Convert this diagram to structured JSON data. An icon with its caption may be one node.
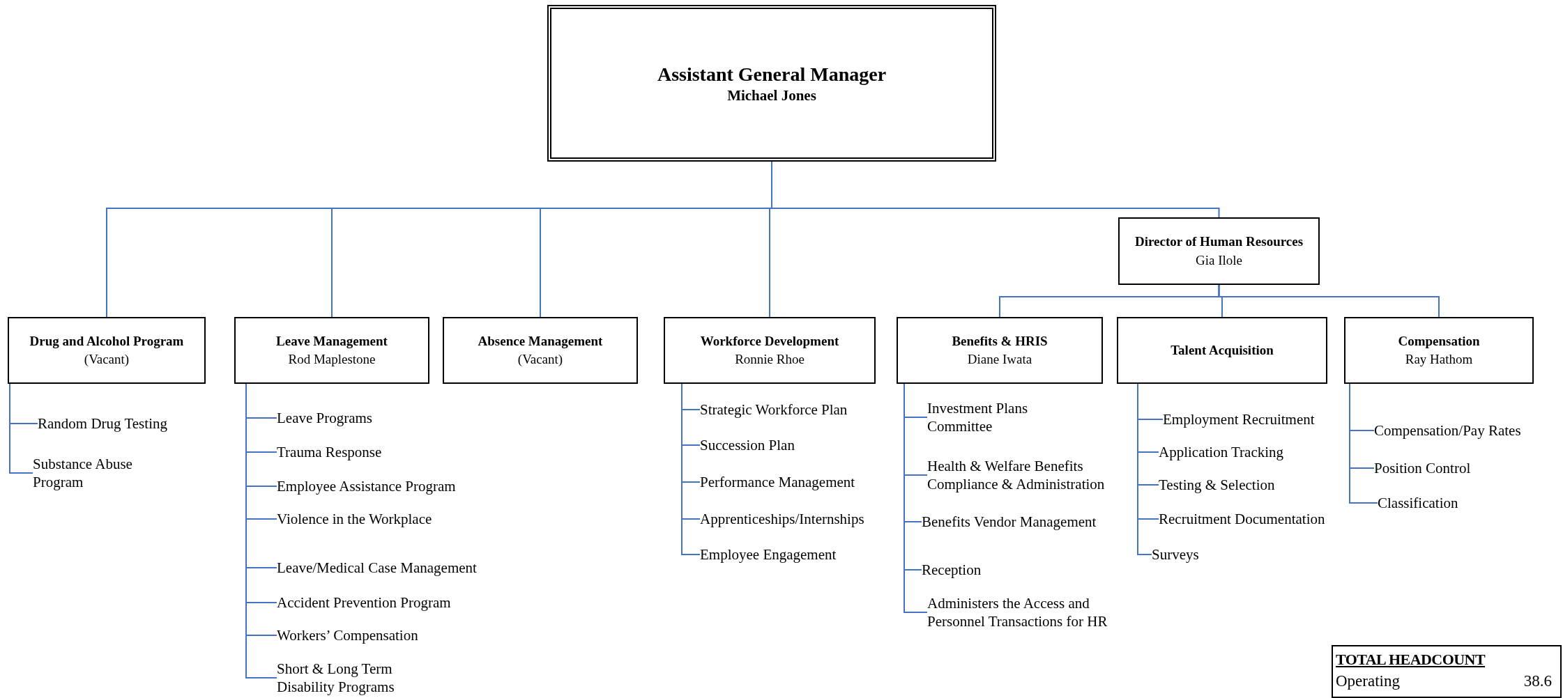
{
  "diagram": {
    "nodes": [
      {
        "text": [
          "Assistant General Manager",
          "Michael Jones"
        ]
      },
      {
        "text": [
          "Director of Human Resources",
          "Gia Ilole"
        ]
      },
      {
        "text": [
          "Drug and Alcohol Program",
          "(Vacant)"
        ]
      },
      {
        "text": [
          "Leave Management",
          "Rod Maplestone"
        ]
      },
      {
        "text": [
          "Absence Management",
          "(Vacant)"
        ]
      },
      {
        "text": [
          "Workforce Development",
          "Ronnie Rhoe"
        ]
      },
      {
        "text": [
          "Benefits & HRIS",
          "Diane Iwata"
        ]
      },
      {
        "text": [
          "Talent Acquisition"
        ]
      },
      {
        "text": [
          "Compensation",
          "Ray Hathom"
        ]
      },
      {
        "text": [
          "Random Drug Testing"
        ]
      },
      {
        "text": [
          "Substance Abuse Program"
        ]
      },
      {
        "text": [
          "Leave Programs"
        ]
      },
      {
        "text": [
          "Trauma Response"
        ]
      },
      {
        "text": [
          "Employee Assistance Program"
        ]
      },
      {
        "text": [
          "Violence in the Workplace"
        ]
      },
      {
        "text": [
          "Leave/Medical Case Management"
        ]
      },
      {
        "text": [
          "Accident Prevention Program"
        ]
      },
      {
        "text": [
          "Workers’ Compensation"
        ]
      },
      {
        "text": [
          "Short & Long Term Disability Programs"
        ]
      },
      {
        "text": [
          "Strategic Workforce Plan"
        ]
      },
      {
        "text": [
          "Succession Plan"
        ]
      },
      {
        "text": [
          "Performance Management"
        ]
      },
      {
        "text": [
          "Apprenticeships/Internships"
        ]
      },
      {
        "text": [
          "Employee Engagement"
        ]
      },
      {
        "text": [
          "Investment Plans Committee"
        ]
      },
      {
        "text": [
          "Health & Welfare Benefits Compliance & Administration"
        ]
      },
      {
        "text": [
          "Benefits Vendor Management"
        ]
      },
      {
        "text": [
          "Reception"
        ]
      },
      {
        "text": [
          "Administers the Access and Personnel Transactions for HR"
        ]
      },
      {
        "text": [
          "Employment Recruitment"
        ]
      },
      {
        "text": [
          "Application Tracking"
        ]
      },
      {
        "text": [
          "Testing & Selection"
        ]
      },
      {
        "text": [
          "Recruitment Documentation"
        ]
      },
      {
        "text": [
          "Surveys"
        ]
      },
      {
        "text": [
          "Compensation/Pay Rates"
        ]
      },
      {
        "text": [
          "Position Control"
        ]
      },
      {
        "text": [
          "Classification"
        ]
      },
      {
        "text": [
          "TOTAL HEADCOUNT",
          "Operating",
          "38.6"
        ]
      }
    ],
    "edges": [
      {
        "from": 0,
        "to": 2,
        "arrow": "none"
      },
      {
        "from": 0,
        "to": 3,
        "arrow": "none"
      },
      {
        "from": 0,
        "to": 4,
        "arrow": "none"
      },
      {
        "from": 0,
        "to": 5,
        "arrow": "none"
      },
      {
        "from": 0,
        "to": 1,
        "arrow": "none"
      },
      {
        "from": 1,
        "to": 6,
        "arrow": "none"
      },
      {
        "from": 1,
        "to": 7,
        "arrow": "none"
      },
      {
        "from": 1,
        "to": 8,
        "arrow": "none"
      },
      {
        "from": 2,
        "to": 9,
        "arrow": "none"
      },
      {
        "from": 2,
        "to": 10,
        "arrow": "none"
      },
      {
        "from": 3,
        "to": 11,
        "arrow": "none"
      },
      {
        "from": 3,
        "to": 12,
        "arrow": "none"
      },
      {
        "from": 3,
        "to": 13,
        "arrow": "none"
      },
      {
        "from": 3,
        "to": 14,
        "arrow": "none"
      },
      {
        "from": 3,
        "to": 15,
        "arrow": "none"
      },
      {
        "from": 3,
        "to": 16,
        "arrow": "none"
      },
      {
        "from": 3,
        "to": 17,
        "arrow": "none"
      },
      {
        "from": 3,
        "to": 18,
        "arrow": "none"
      },
      {
        "from": 5,
        "to": 19,
        "arrow": "none"
      },
      {
        "from": 5,
        "to": 20,
        "arrow": "none"
      },
      {
        "from": 5,
        "to": 21,
        "arrow": "none"
      },
      {
        "from": 5,
        "to": 22,
        "arrow": "none"
      },
      {
        "from": 5,
        "to": 23,
        "arrow": "none"
      },
      {
        "from": 6,
        "to": 24,
        "arrow": "none"
      },
      {
        "from": 6,
        "to": 25,
        "arrow": "none"
      },
      {
        "from": 6,
        "to": 26,
        "arrow": "none"
      },
      {
        "from": 6,
        "to": 27,
        "arrow": "none"
      },
      {
        "from": 6,
        "to": 28,
        "arrow": "none"
      },
      {
        "from": 7,
        "to": 29,
        "arrow": "none"
      },
      {
        "from": 7,
        "to": 30,
        "arrow": "none"
      },
      {
        "from": 7,
        "to": 31,
        "arrow": "none"
      },
      {
        "from": 7,
        "to": 32,
        "arrow": "none"
      },
      {
        "from": 7,
        "to": 33,
        "arrow": "none"
      },
      {
        "from": 8,
        "to": 34,
        "arrow": "none"
      },
      {
        "from": 8,
        "to": 35,
        "arrow": "none"
      },
      {
        "from": 8,
        "to": 36,
        "arrow": "none"
      }
    ]
  }
}
